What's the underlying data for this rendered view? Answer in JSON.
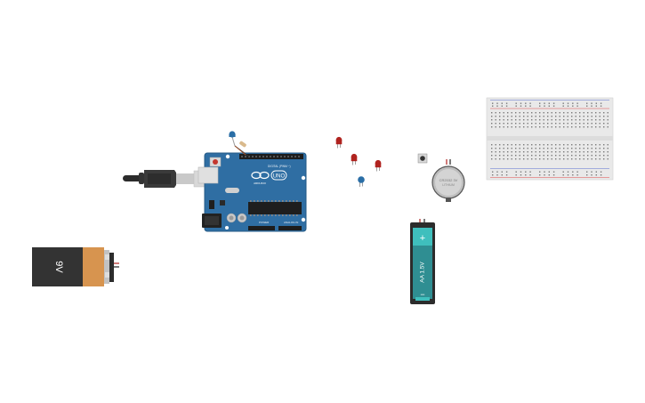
{
  "workspace": {
    "background": "#ffffff"
  },
  "components": {
    "arduino": {
      "logo_text": "UNO",
      "brand_text": "ARDUINO",
      "header_digital_text": "DIGITAL (PWM ~)",
      "power_label": "POWER",
      "analog_label": "ANALOG IN",
      "board_color": "#2f6ea3"
    },
    "battery_9v": {
      "label": "9V",
      "body_color": "#333333",
      "band_color": "#d7944f"
    },
    "battery_aa": {
      "label": "AA 1.5V",
      "plus_symbol": "+",
      "minus_symbol": "−",
      "accent_color": "#3fbfbd"
    },
    "coin_cell": {
      "label_line1": "CR2032 3V",
      "label_line2": "LITHIUM"
    },
    "leds": [
      {
        "color": "#b0231f"
      },
      {
        "color": "#b0231f"
      },
      {
        "color": "#b0231f"
      },
      {
        "color": "#2a6ea6"
      }
    ],
    "breadboard": {
      "rail_red": "#e04a4a",
      "rail_blue": "#5a6fd0"
    }
  }
}
